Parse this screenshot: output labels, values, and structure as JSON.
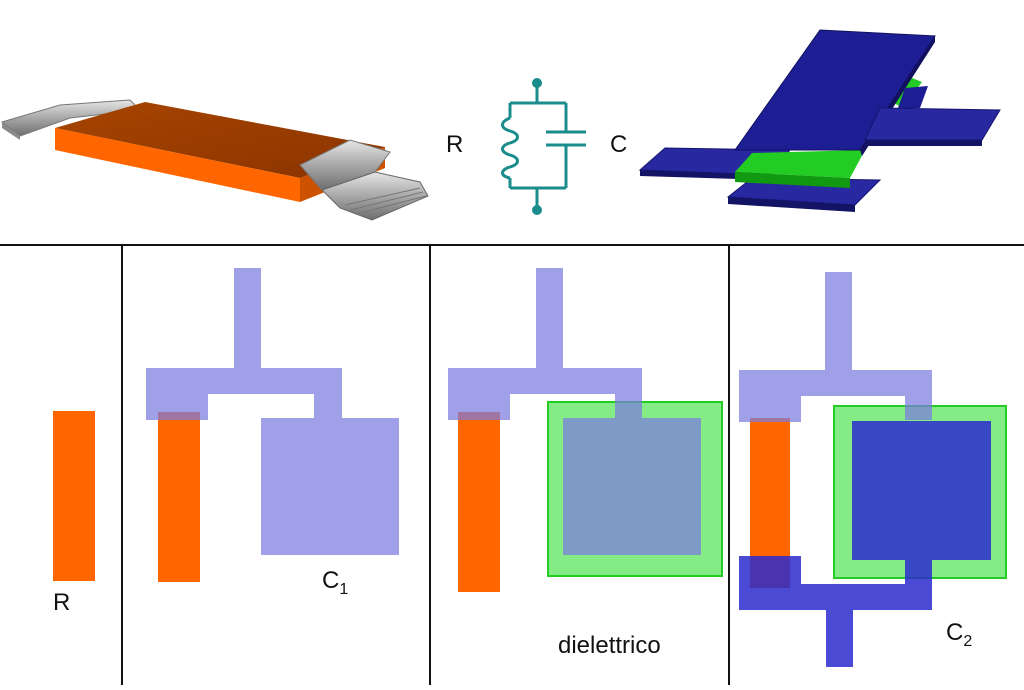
{
  "labels": {
    "schematic_r": "R",
    "schematic_c": "C",
    "panel1_r": "R",
    "panel2_c": "C",
    "panel2_c_sub": "1",
    "panel3_dielectric": "dielettrico",
    "panel4_c": "C",
    "panel4_c_sub": "2"
  },
  "colors": {
    "resistor_orange": "#ff6600",
    "metal_light": "#9999e6",
    "metal_dark": "#3a3ac8",
    "dielectric_green": "#33dd33",
    "overlap_teal": "#5a8fa0",
    "schematic_teal": "#1a8c8c",
    "plate_3d_blue": "#1a1a90",
    "divider_black": "#111111"
  }
}
